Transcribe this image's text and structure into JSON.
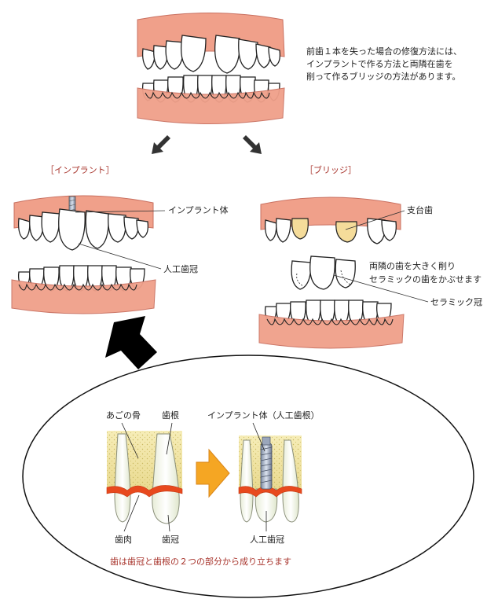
{
  "intro": {
    "lines": [
      "前歯１本を失った場合の修復方法には、",
      "インプラントで作る方法と両隣在歯を",
      "削って作るブリッジの方法があります。"
    ]
  },
  "implant": {
    "heading": "［インプラント］",
    "label_fixture": "インプラント体",
    "label_crown": "人工歯冠"
  },
  "bridge": {
    "heading": "［ブリッジ］",
    "label_abutment": "支台歯",
    "description_lines": [
      "両隣の歯を大きく削り",
      "セラミックの歯をかぶせます"
    ],
    "label_ceramic": "セラミック冠"
  },
  "detail": {
    "label_jawbone": "あごの骨",
    "label_root": "歯根",
    "label_gum": "歯肉",
    "label_crown": "歯冠",
    "label_fixture_root": "インプラント体（人工歯根）",
    "label_artificial_crown": "人工歯冠",
    "caption": "歯は歯冠と歯根の２つの部分から成り立ちます"
  },
  "colors": {
    "gum": "#f0a08a",
    "gum_light": "#f8c8b8",
    "bone": "#f2e7a6",
    "abutment": "#f5dc9a",
    "caption_red": "#a8342c",
    "arrow_orange": "#f5a623"
  }
}
